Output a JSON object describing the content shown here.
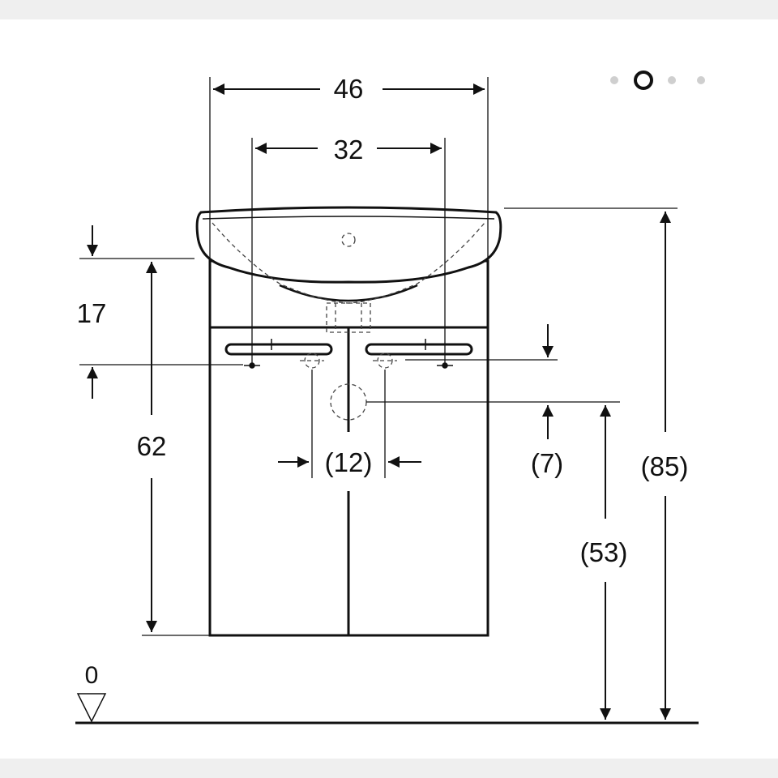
{
  "carousel": {
    "slide_count": 4,
    "active_index": 1
  },
  "dimensions": {
    "overall_width": "46",
    "tap_hole_spacing": "32",
    "basin_to_tap_height": "17",
    "cabinet_height": "62",
    "waste_spacing": "(12)",
    "drain_offset": "(7)",
    "drain_height": "(53)",
    "overall_height": "(85)",
    "floor_level": "0"
  }
}
